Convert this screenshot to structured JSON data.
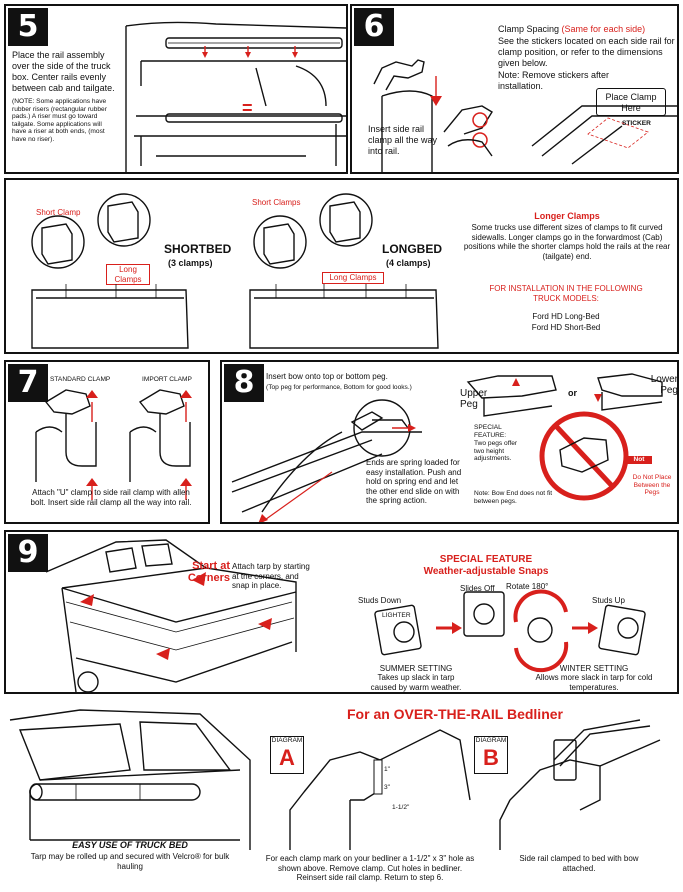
{
  "step5": {
    "number": "5",
    "text": "Place the rail assembly over the side of the truck box. Center rails evenly between cab and tailgate.",
    "note": "(NOTE: Some applications have rubber risers (rectangular rubber pads.) A riser must go toward tailgate. Some applications will have a riser at both ends, (most have no riser).",
    "equal_sign": "="
  },
  "step6": {
    "number": "6",
    "clamp_spacing_title": "Clamp Spacing",
    "clamp_spacing_note": "(Same for each side)",
    "instructions": "See the stickers located on each side rail for clamp position, or refer to the dimensions given below.",
    "note": "Note: Remove stickers after installation.",
    "insert_text": "Insert side rail clamp all the way into rail.",
    "place_clamp_here": "Place Clamp Here",
    "sticker": "STICKER"
  },
  "clamps": {
    "short_clamp_left": "Short Clamp",
    "long_clamps_left": "Long Clamps",
    "shortbed": "SHORTBED",
    "shortbed_count": "(3 clamps)",
    "short_clamps_right": "Short Clamps",
    "long_clamps_right": "Long Clamps",
    "longbed": "LONGBED",
    "longbed_count": "(4 clamps)",
    "longer_clamps_title": "Longer Clamps",
    "longer_clamps_text": "Some trucks use different sizes of clamps to fit curved sidewalls. Longer clamps go in the forwardmost (Cab) positions while the shorter clamps hold the rails at the rear (tailgate) end.",
    "installation_title": "FOR INSTALLATION IN THE FOLLOWING TRUCK MODELS:",
    "model_1": "Ford HD Long-Bed",
    "model_2": "Ford HD Short-Bed"
  },
  "step7": {
    "number": "7",
    "standard_clamp": "STANDARD CLAMP",
    "import_clamp": "IMPORT CLAMP",
    "text": "Attach \"U\" clamp to side rail clamp with allen bolt. Insert side rail clamp all the way into rail."
  },
  "step8": {
    "number": "8",
    "title": "Insert bow onto top or bottom peg.",
    "subtitle": "(Top peg for performance, Bottom for good looks.)",
    "ends_text": "Ends are spring loaded for easy installation. Push and hold on spring end and let the other end slide on with the spring action.",
    "upper_peg": "Upper Peg",
    "or": "or",
    "lower_peg": "Lower Peg",
    "special_feature": "SPECIAL FEATURE:",
    "special_text": "Two pegs offer two height adjustments.",
    "note": "Note: Bow End does not fit between pegs.",
    "not_label": "Not",
    "do_not_place": "Do Not Place Between the Pegs"
  },
  "step9": {
    "number": "9",
    "start_at_corners": "Start at Corners",
    "attach_text": "Attach tarp by starting at the corners, and snap in place.",
    "special_feature": "SPECIAL FEATURE",
    "snaps_title": "Weather-adjustable Snaps",
    "studs_down": "Studs Down",
    "slides_off": "Slides Off",
    "rotate": "Rotate 180°",
    "studs_up": "Studs Up",
    "summer_title": "SUMMER SETTING",
    "summer_text": "Takes up slack in tarp caused by warm weather.",
    "winter_title": "WINTER SETTING",
    "winter_text": "Allows more slack in tarp for cold temperatures.",
    "snap_label": "LIGHTER"
  },
  "bottom": {
    "easy_use_title": "EASY USE OF TRUCK BED",
    "easy_use_text": "Tarp may be rolled up and secured with Velcro® for bulk hauling",
    "bedliner_title": "For an OVER-THE-RAIL Bedliner",
    "diagram_label": "DIAGRAM",
    "diagram_a": "A",
    "diagram_b": "B",
    "dim_1": "1\"",
    "dim_3": "3\"",
    "dim_half": "1-1/2\"",
    "diagram_a_text": "For each clamp mark on your bedliner a 1-1/2\" x 3\" hole as shown above. Remove clamp. Cut holes in bedliner. Reinsert side rail clamp. Return to step 6.",
    "diagram_b_text": "Side rail clamped to bed with bow attached."
  }
}
